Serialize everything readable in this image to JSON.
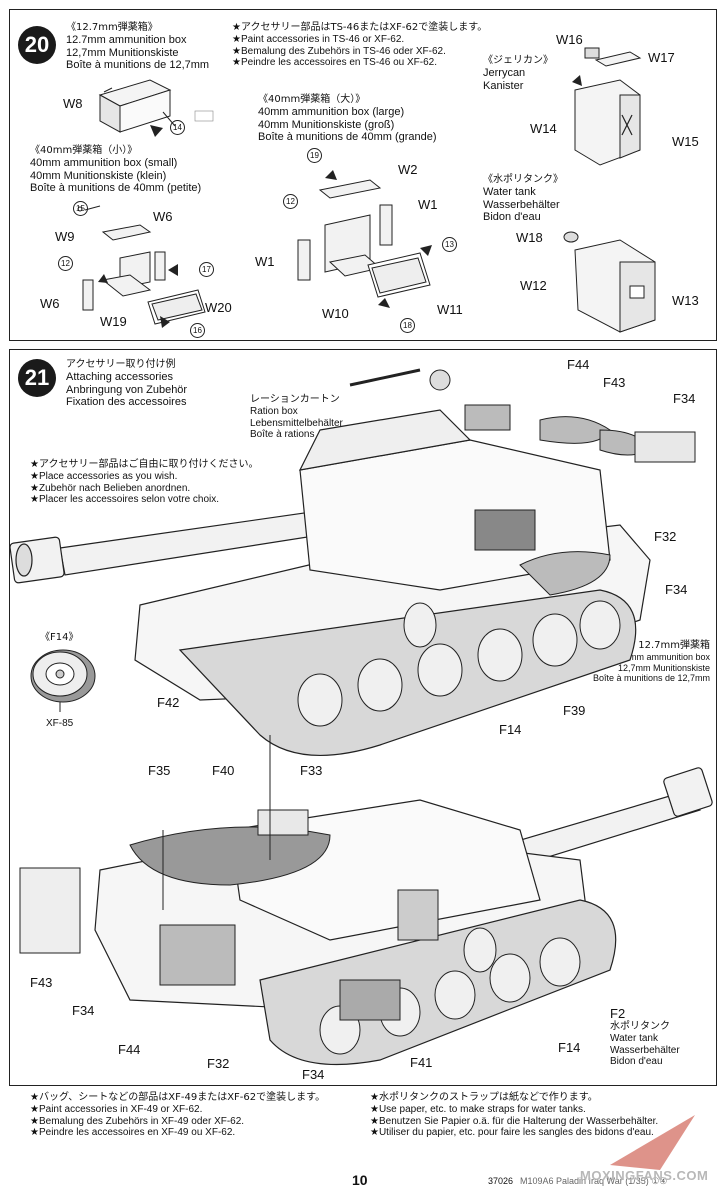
{
  "page_number": "10",
  "step20": {
    "number": "20",
    "ammo127": {
      "title_jp": "《12.7mm弾薬箱》",
      "en": "12.7mm ammunition box",
      "de": "12,7mm Munitionskiste",
      "fr": "Boîte à munitions de 12,7mm"
    },
    "paint_note": {
      "jp": "★アクセサリー部品はTS-46またはXF-62で塗装します。",
      "en": "★Paint accessories in TS-46 or XF-62.",
      "de": "★Bemalung des Zubehörs in TS-46 oder XF-62.",
      "fr": "★Peindre les accessoires en TS-46 ou XF-62."
    },
    "jerrycan": {
      "title_jp": "《ジェリカン》",
      "en": "Jerrycan",
      "de": "Kanister"
    },
    "ammo40s": {
      "title_jp": "《40mm弾薬箱（小）》",
      "en": "40mm ammunition box (small)",
      "de": "40mm Munitionskiste (klein)",
      "fr": "Boîte à munitions de 40mm (petite)"
    },
    "ammo40l": {
      "title_jp": "《40mm弾薬箱（大）》",
      "en": "40mm ammunition box (large)",
      "de": "40mm Munitionskiste (groß)",
      "fr": "Boîte à munitions de 40mm (grande)"
    },
    "water": {
      "title_jp": "《水ポリタンク》",
      "en": "Water tank",
      "de": "Wasserbehälter",
      "fr": "Bidon d'eau"
    },
    "parts": {
      "w8": "W8",
      "w6a": "W6",
      "w9": "W9",
      "w6b": "W6",
      "w19": "W19",
      "w20": "W20",
      "w2": "W2",
      "w1a": "W1",
      "w1b": "W1",
      "w10": "W10",
      "w11": "W11",
      "w16": "W16",
      "w17": "W17",
      "w14": "W14",
      "w15": "W15",
      "w18": "W18",
      "w12": "W12",
      "w13": "W13"
    },
    "decals": {
      "d14": "14",
      "d15": "15",
      "d12a": "12",
      "d17": "17",
      "d16": "16",
      "d19": "19",
      "d12b": "12",
      "d13": "13",
      "d18": "18"
    }
  },
  "step21": {
    "number": "21",
    "title_jp": "アクセサリー取り付け例",
    "en": "Attaching accessories",
    "de": "Anbringung von Zubehör",
    "fr": "Fixation des accessoires",
    "note": {
      "jp": "★アクセサリー部品はご自由に取り付けください。",
      "en": "★Place accessories as you wish.",
      "de": "★Zubehör nach Belieben anordnen.",
      "fr": "★Placer les accessoires selon votre choix."
    },
    "ration": {
      "jp": "レーションカートン",
      "en": "Ration box",
      "de": "Lebensmittelbehälter",
      "fr": "Boîte à rations"
    },
    "f14_detail": "《F14》",
    "paint_code": "XF-85",
    "ammo127": {
      "jp": "12.7mm弾薬箱",
      "en": "12.7mm ammunition box",
      "de": "12,7mm Munitionskiste",
      "fr": "Boîte à munitions de 12,7mm"
    },
    "water": {
      "part": "F2",
      "jp": "水ポリタンク",
      "en": "Water tank",
      "de": "Wasserbehälter",
      "fr": "Bidon d'eau"
    },
    "labels": {
      "f44a": "F44",
      "f43a": "F43",
      "f34a": "F34",
      "f32a": "F32",
      "f34b": "F34",
      "f42": "F42",
      "f39": "F39",
      "f14a": "F14",
      "f35": "F35",
      "f40": "F40",
      "f33": "F33",
      "f43b": "F43",
      "f34c": "F34",
      "f44b": "F44",
      "f32b": "F32",
      "f34d": "F34",
      "f41": "F41",
      "f14b": "F14"
    }
  },
  "footer_notes": {
    "left": {
      "jp": "★バッグ、シートなどの部品はXF-49またはXF-62で塗装します。",
      "en": "★Paint accessories in XF-49 or XF-62.",
      "de": "★Bemalung des Zubehörs in XF-49 oder XF-62.",
      "fr": "★Peindre les accessoires en XF-49 ou XF-62."
    },
    "right": {
      "jp": "★水ポリタンクのストラップは紙などで作ります。",
      "en": "★Use paper, etc. to make straps for water tanks.",
      "de": "★Benutzen Sie Papier o.ä. für die Halterung der Wasserbehälter.",
      "fr": "★Utiliser du papier, etc. pour faire les sangles des bidons d'eau."
    }
  },
  "footer_code": "37026",
  "footer_title": "M109A6 Paladin Iraq War (1/35) ①④",
  "watermark": "MOXINGFANS.COM"
}
